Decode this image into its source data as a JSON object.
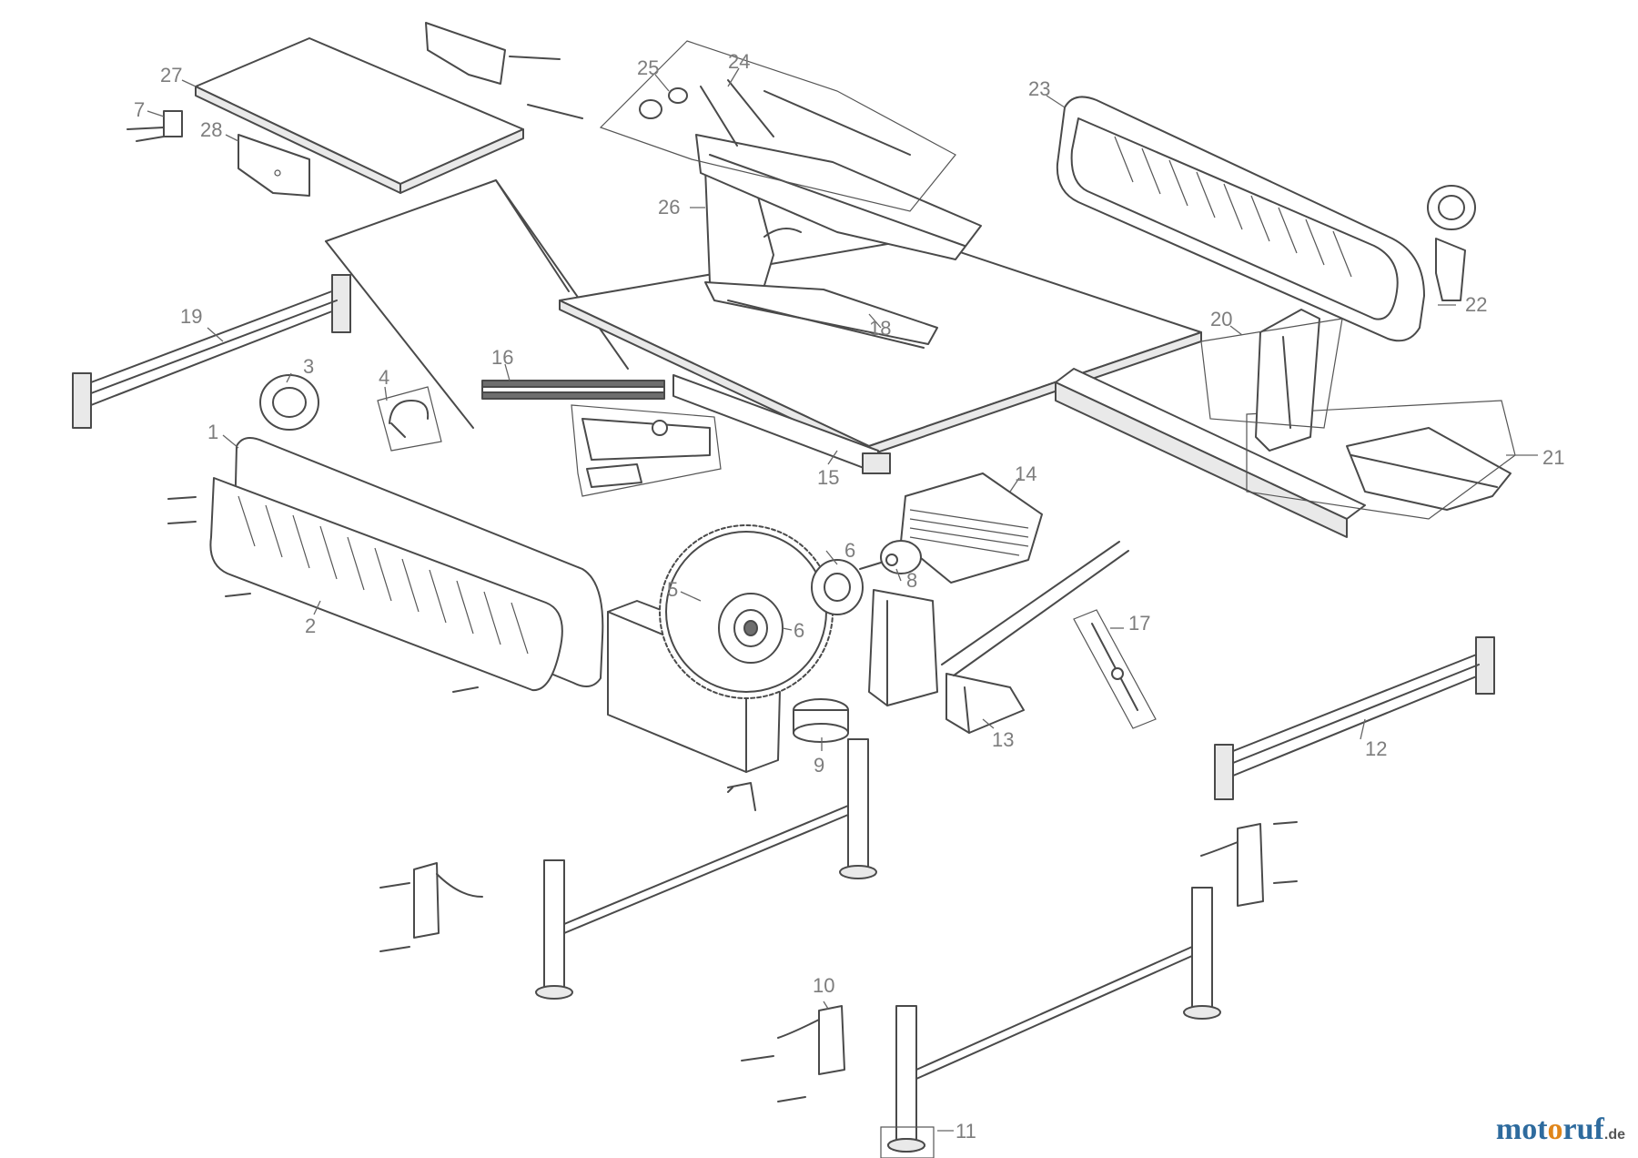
{
  "callouts": {
    "c1": "1",
    "c2": "2",
    "c3": "3",
    "c4": "4",
    "c5": "5",
    "c6a": "6",
    "c6b": "6",
    "c7": "7",
    "c8": "8",
    "c9": "9",
    "c10": "10",
    "c11": "11",
    "c12": "12",
    "c13": "13",
    "c14": "14",
    "c15": "15",
    "c16": "16",
    "c17": "17",
    "c18": "18",
    "c19": "19",
    "c20": "20",
    "c21": "21",
    "c22": "22",
    "c23": "23",
    "c24": "24",
    "c25": "25",
    "c26": "26",
    "c27": "27",
    "c28": "28"
  },
  "watermark": {
    "part1": "mot",
    "part2": "o",
    "part3": "ruf",
    "suffix": ".de"
  },
  "colors": {
    "line": "#4a4a4a",
    "callout": "#7d7d7d",
    "brand_blue": "#2e6b9e",
    "brand_orange": "#e0861a"
  }
}
